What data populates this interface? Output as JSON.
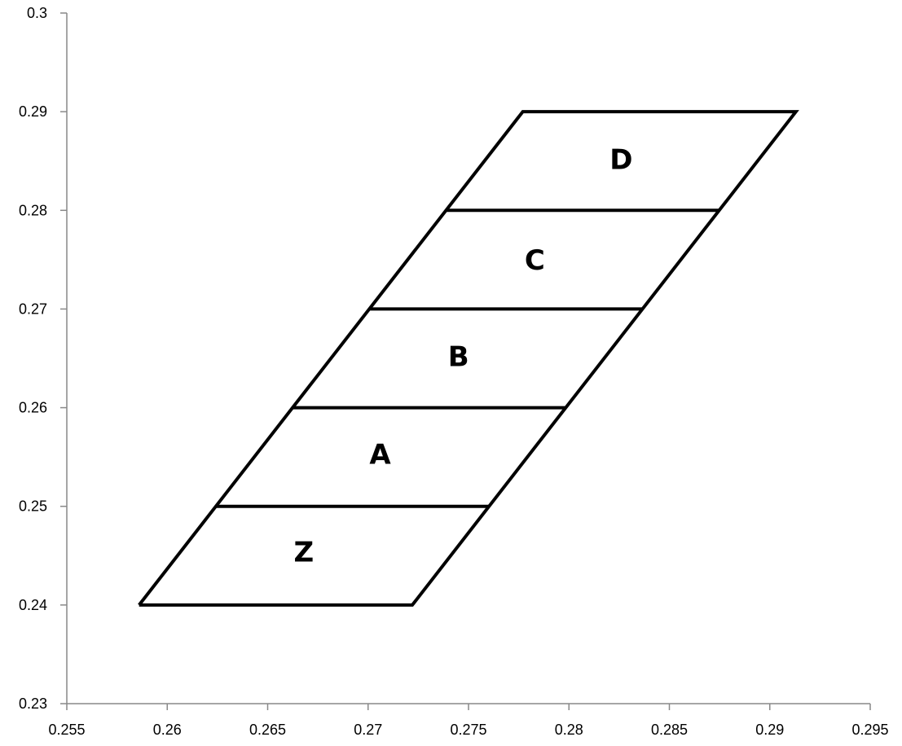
{
  "chart_data": {
    "type": "scatter",
    "title": "",
    "xlabel": "",
    "ylabel": "",
    "xlim": [
      0.255,
      0.295
    ],
    "ylim": [
      0.23,
      0.3
    ],
    "x_ticks": [
      "0.255",
      "0.26",
      "0.265",
      "0.27",
      "0.275",
      "0.28",
      "0.285",
      "0.29",
      "0.295"
    ],
    "y_ticks": [
      "0.3",
      "0.29",
      "0.28",
      "0.27",
      "0.26",
      "0.25",
      "0.24",
      "0.23"
    ],
    "grid": false,
    "legend": "none",
    "line_color": "#000000",
    "axis_color": "#898989",
    "outline": {
      "x": [
        0.2586,
        0.2722,
        0.2913,
        0.2777,
        0.2586
      ],
      "y": [
        0.24,
        0.24,
        0.29,
        0.29,
        0.24
      ]
    },
    "dividers": [
      {
        "x": [
          0.2624,
          0.276
        ],
        "y": [
          0.25,
          0.25
        ]
      },
      {
        "x": [
          0.2662,
          0.2798
        ],
        "y": [
          0.26,
          0.26
        ]
      },
      {
        "x": [
          0.2701,
          0.2837
        ],
        "y": [
          0.27,
          0.27
        ]
      },
      {
        "x": [
          0.2739,
          0.2875
        ],
        "y": [
          0.28,
          0.28
        ]
      }
    ],
    "regions": [
      {
        "label": "Z",
        "x": 0.2668,
        "y": 0.2454
      },
      {
        "label": "A",
        "x": 0.2706,
        "y": 0.2553
      },
      {
        "label": "B",
        "x": 0.2745,
        "y": 0.2652
      },
      {
        "label": "C",
        "x": 0.2783,
        "y": 0.275
      },
      {
        "label": "D",
        "x": 0.2826,
        "y": 0.2852
      }
    ]
  }
}
